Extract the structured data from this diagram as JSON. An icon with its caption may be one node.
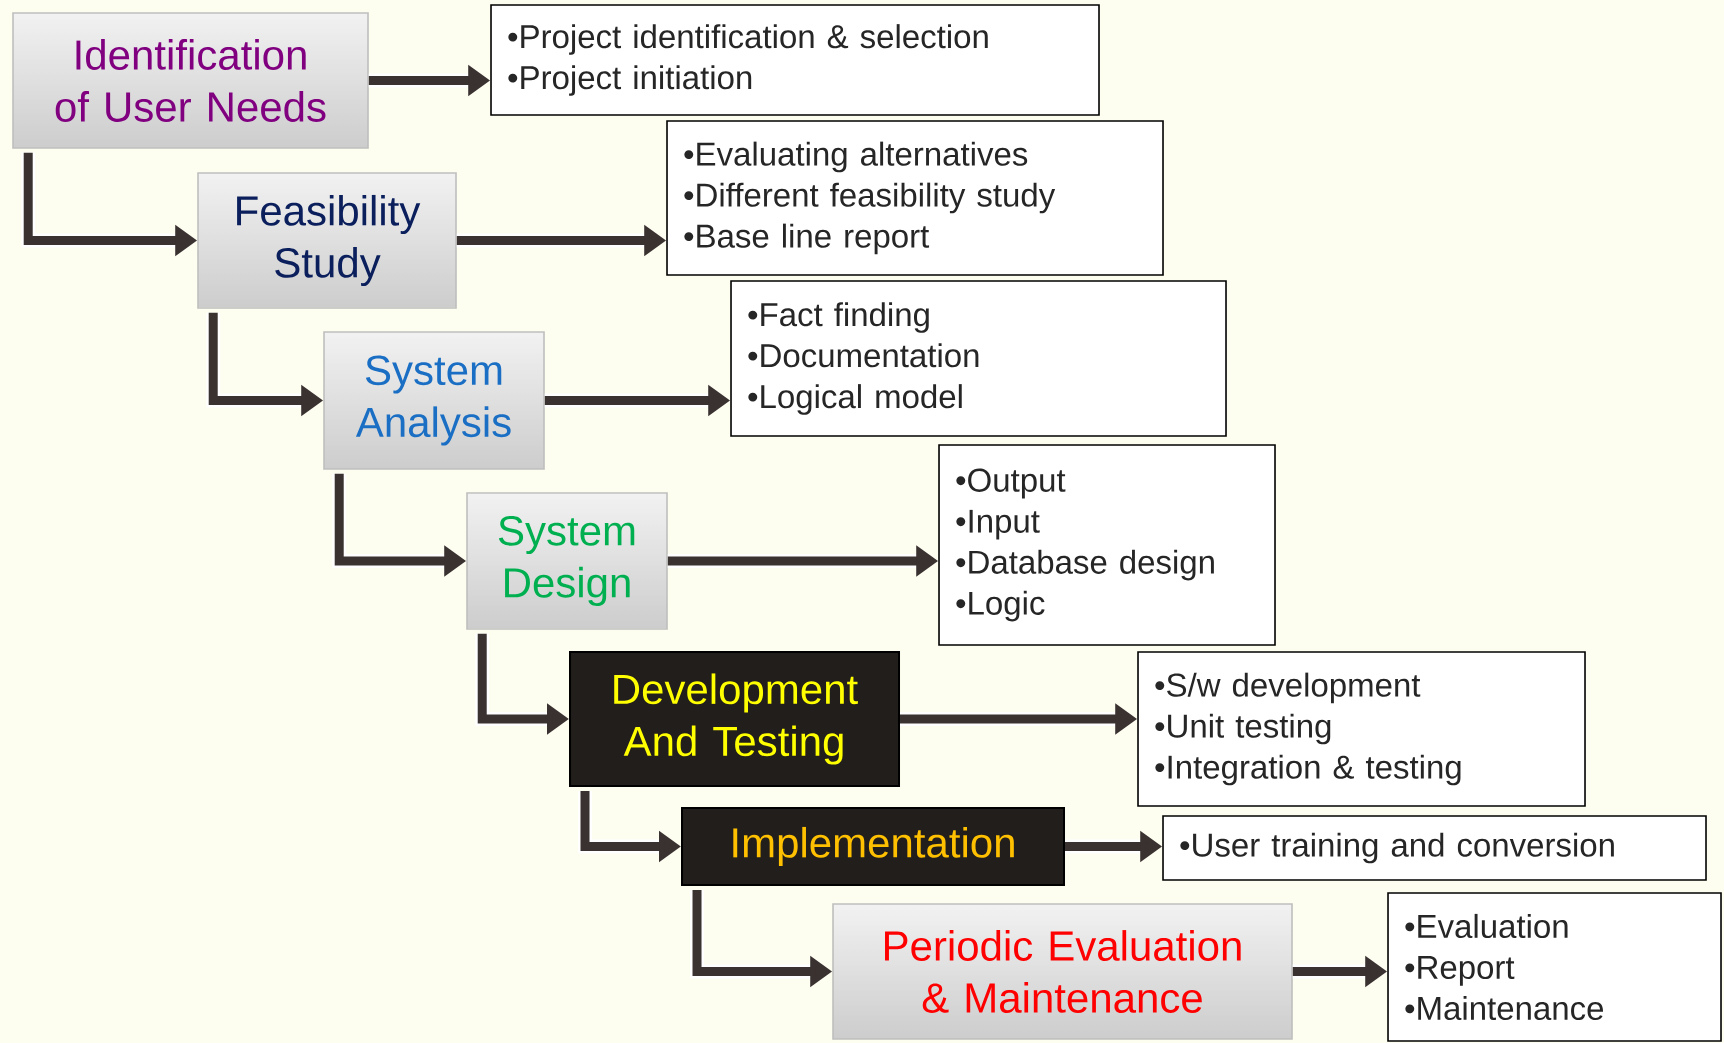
{
  "diagram": {
    "nodes": [
      {
        "text": [
          "Identification of User Needs"
        ]
      },
      {
        "text": [
          "Feasibility Study"
        ]
      },
      {
        "text": [
          "System Analysis"
        ]
      },
      {
        "text": [
          "System Design"
        ]
      },
      {
        "text": [
          "Development And Testing"
        ]
      },
      {
        "text": [
          "Implementation"
        ]
      },
      {
        "text": [
          "Periodic Evaluation & Maintenance"
        ]
      },
      {
        "text": [
          "•Project identification & selection",
          "•Project initiation"
        ]
      },
      {
        "text": [
          "•Evaluating alternatives",
          "•Different feasibility study",
          "•Base line report"
        ]
      },
      {
        "text": [
          "•Fact finding",
          "•Documentation",
          "•Logical model"
        ]
      },
      {
        "text": [
          "•Output",
          "•Input",
          "•Database design",
          "•Logic"
        ]
      },
      {
        "text": [
          "•S/w development",
          "•Unit testing",
          "•Integration & testing"
        ]
      },
      {
        "text": [
          "•User training and conversion"
        ]
      },
      {
        "text": [
          "•Evaluation",
          "•Report",
          "•Maintenance"
        ]
      }
    ],
    "edges": [
      {
        "from": 0,
        "to": 7,
        "arrow": "to"
      },
      {
        "from": 1,
        "to": 8,
        "arrow": "to"
      },
      {
        "from": 2,
        "to": 9,
        "arrow": "to"
      },
      {
        "from": 3,
        "to": 10,
        "arrow": "to"
      },
      {
        "from": 4,
        "to": 11,
        "arrow": "to"
      },
      {
        "from": 5,
        "to": 12,
        "arrow": "to"
      },
      {
        "from": 6,
        "to": 13,
        "arrow": "to"
      },
      {
        "from": 0,
        "to": 1,
        "arrow": "to"
      },
      {
        "from": 1,
        "to": 2,
        "arrow": "to"
      },
      {
        "from": 2,
        "to": 3,
        "arrow": "to"
      },
      {
        "from": 3,
        "to": 4,
        "arrow": "to"
      },
      {
        "from": 4,
        "to": 5,
        "arrow": "to"
      },
      {
        "from": 5,
        "to": 6,
        "arrow": "to"
      }
    ]
  }
}
